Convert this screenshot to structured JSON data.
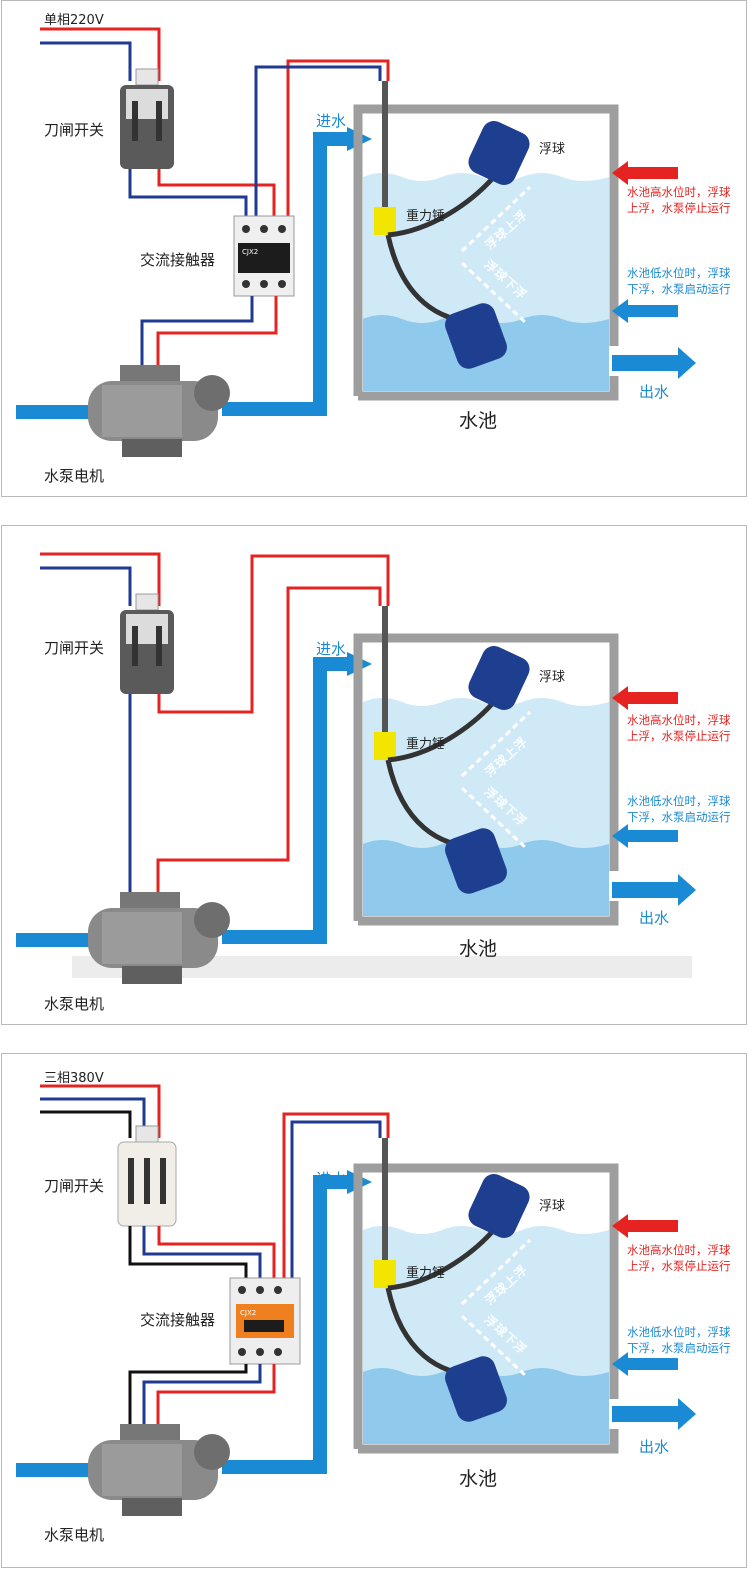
{
  "panels": [
    {
      "supply": "单相220V",
      "switch": "刀闸开关",
      "contactor": "交流接触器",
      "motor": "水泵电机",
      "inlet": "进水",
      "outlet": "出水",
      "pool": "水池",
      "float": "浮球",
      "weight": "重力锤",
      "float_up": "浮球上浮",
      "float_down": "浮球下浮",
      "high_note_1": "水池高水位时，浮球",
      "high_note_2": "上浮，水泵停止运行",
      "low_note_1": "水池低水位时，浮球",
      "low_note_2": "下浮，水泵启动运行"
    },
    {
      "supply": "",
      "switch": "刀闸开关",
      "contactor": "",
      "motor": "水泵电机",
      "inlet": "进水",
      "outlet": "出水",
      "pool": "水池",
      "float": "浮球",
      "weight": "重力锤",
      "float_up": "浮球上浮",
      "float_down": "浮球下浮",
      "high_note_1": "水池高水位时，浮球",
      "high_note_2": "上浮，水泵停止运行",
      "low_note_1": "水池低水位时，浮球",
      "low_note_2": "下浮，水泵启动运行"
    },
    {
      "supply": "三相380V",
      "switch": "刀闸开关",
      "contactor": "交流接触器",
      "motor": "水泵电机",
      "inlet": "进水",
      "outlet": "出水",
      "pool": "水池",
      "float": "浮球",
      "weight": "重力锤",
      "float_up": "浮球上浮",
      "float_down": "浮球下浮",
      "high_note_1": "水池高水位时，浮球",
      "high_note_2": "上浮，水泵停止运行",
      "low_note_1": "水池低水位时，浮球",
      "low_note_2": "下浮，水泵启动运行"
    }
  ],
  "contactor_model": "CJX2",
  "colors": {
    "live_wire": "#e52421",
    "neutral_wire": "#1f3a93",
    "ground_wire": "#111111",
    "water_pipe": "#1a8ad4",
    "pool_wall": "#9e9e9e",
    "water": "#cfe9f7",
    "water_deep": "#8fcaec",
    "float_ball": "#1e3f8f",
    "weight": "#f2e600"
  }
}
